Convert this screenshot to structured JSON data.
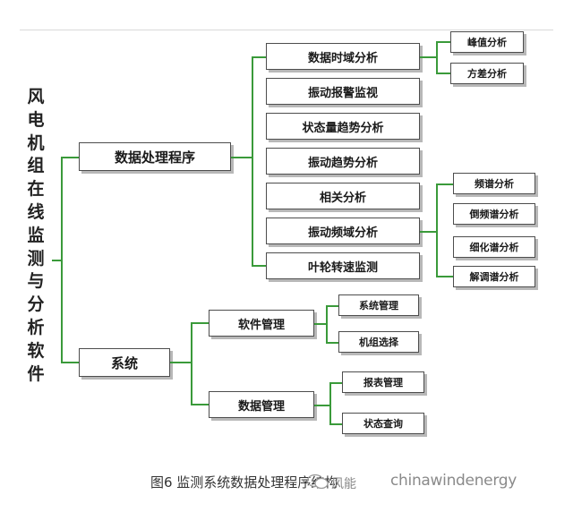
{
  "diagram": {
    "root_label": [
      "风",
      "电",
      "机",
      "组",
      "在",
      "线",
      "监",
      "测",
      "与",
      "分",
      "析",
      "软",
      "件"
    ],
    "level1": {
      "data_processing": "数据处理程序",
      "system": "系统"
    },
    "data_processing_items": [
      "数据时域分析",
      "振动报警监视",
      "状态量趋势分析",
      "振动趋势分析",
      "相关分析",
      "振动频域分析",
      "叶轮转速监测"
    ],
    "time_domain_children": [
      "峰值分析",
      "方差分析"
    ],
    "freq_domain_children": [
      "频谱分析",
      "倒频谱分析",
      "细化谱分析",
      "解调谱分析"
    ],
    "system_items": [
      "软件管理",
      "数据管理"
    ],
    "software_children": [
      "系统管理",
      "机组选择"
    ],
    "data_mgmt_children": [
      "报表管理",
      "状态查询"
    ]
  },
  "caption": "图6  监测系统数据处理程序结构",
  "watermark": {
    "text": "chinawindenergy",
    "prefix": "风能"
  },
  "colors": {
    "connector": "#3a9a3a",
    "box_border": "#4d4d4d",
    "shadow": "#b8b8b8"
  }
}
